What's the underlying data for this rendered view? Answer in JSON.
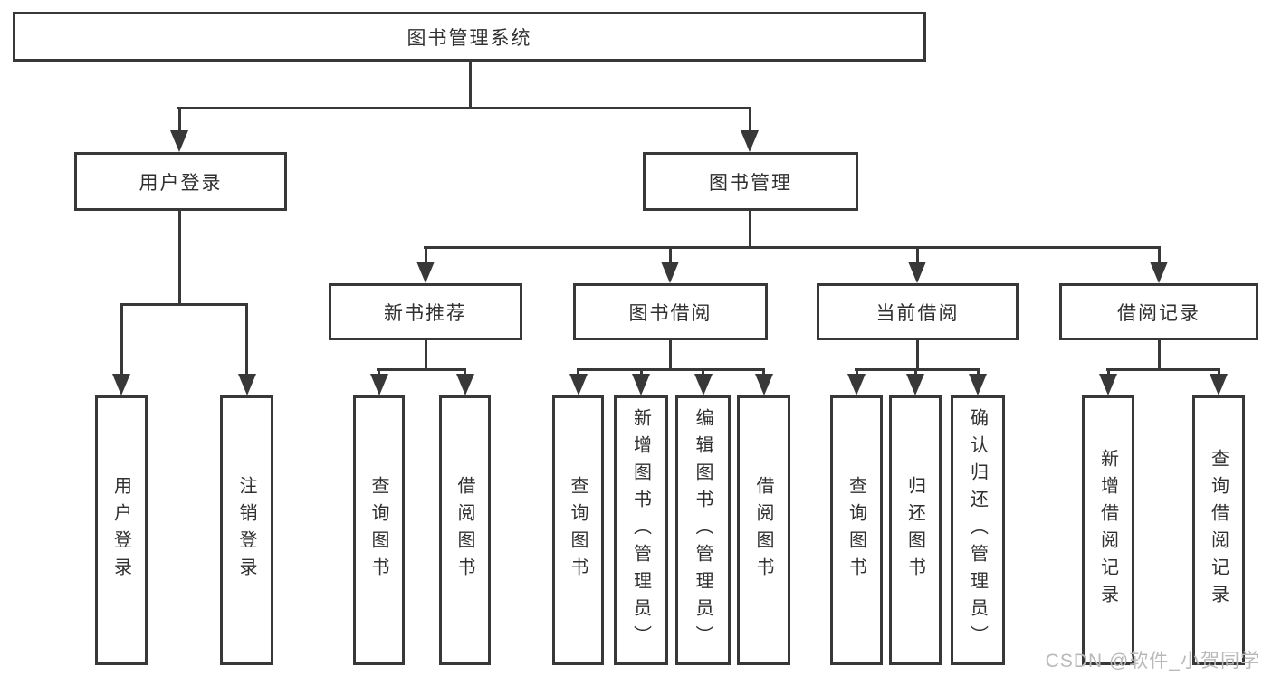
{
  "diagram_title": "图书管理系统",
  "watermark": "CSDN @软件_小贺同学",
  "colors": {
    "line": "#383838",
    "text": "#303030",
    "watermark": "#b9b9b9",
    "background": "#ffffff"
  },
  "tree": {
    "root": {
      "label": "图书管理系统",
      "children": [
        {
          "label": "用户登录",
          "children": [
            {
              "label": "用户登录"
            },
            {
              "label": "注销登录"
            }
          ]
        },
        {
          "label": "图书管理",
          "children": [
            {
              "label": "新书推荐",
              "children": [
                {
                  "label": "查询图书"
                },
                {
                  "label": "借阅图书"
                }
              ]
            },
            {
              "label": "图书借阅",
              "children": [
                {
                  "label": "查询图书"
                },
                {
                  "label": "新增图书（管理员）"
                },
                {
                  "label": "编辑图书（管理员）"
                },
                {
                  "label": "借阅图书"
                }
              ]
            },
            {
              "label": "当前借阅",
              "children": [
                {
                  "label": "查询图书"
                },
                {
                  "label": "归还图书"
                },
                {
                  "label": "确认归还（管理员）"
                }
              ]
            },
            {
              "label": "借阅记录",
              "children": [
                {
                  "label": "新增借阅记录"
                },
                {
                  "label": "查询借阅记录"
                }
              ]
            }
          ]
        }
      ]
    }
  }
}
